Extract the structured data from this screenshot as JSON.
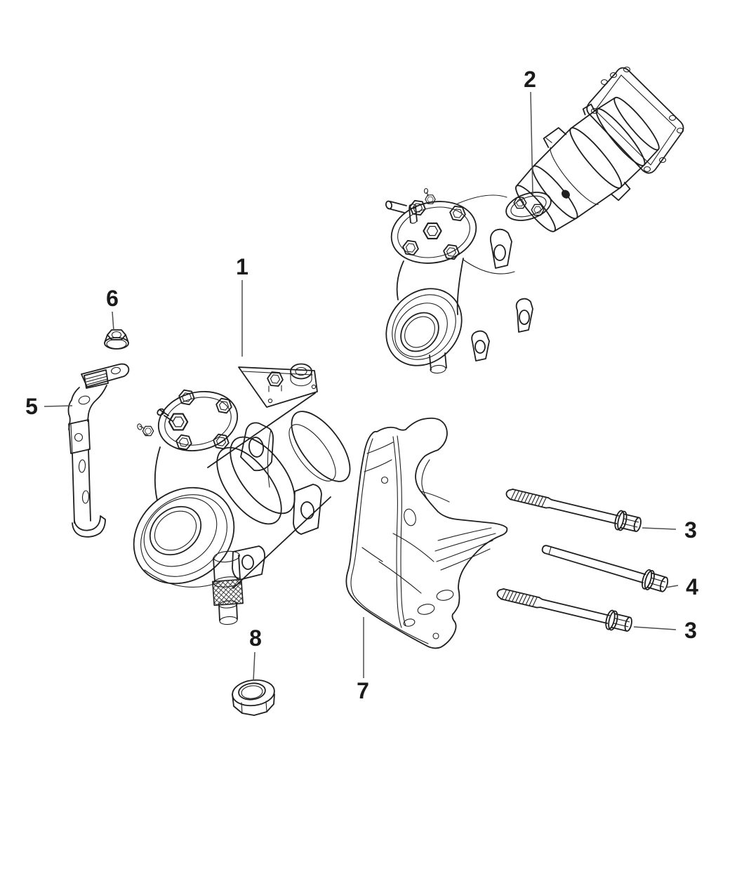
{
  "diagram": {
    "background_color": "#ffffff",
    "line_color": "#1f1f1f",
    "leader_line_color": "#4d4d4d"
  },
  "callouts": {
    "c1": {
      "label": "1"
    },
    "c2": {
      "label": "2"
    },
    "c3a": {
      "label": "3"
    },
    "c4": {
      "label": "4"
    },
    "c3b": {
      "label": "3"
    },
    "c5": {
      "label": "5"
    },
    "c6": {
      "label": "6"
    },
    "c7": {
      "label": "7"
    },
    "c8": {
      "label": "8"
    }
  }
}
